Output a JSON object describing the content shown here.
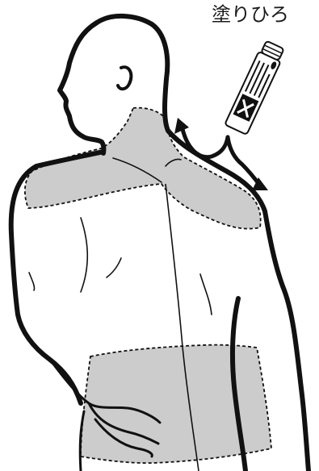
{
  "caption": "塗りひろ",
  "colors": {
    "outline": "#111111",
    "shade": "#cccccc",
    "paper": "#ffffff"
  },
  "icons": {
    "product": "roll-on-applicator-bottle",
    "spread": "spread-direction-arrows"
  }
}
